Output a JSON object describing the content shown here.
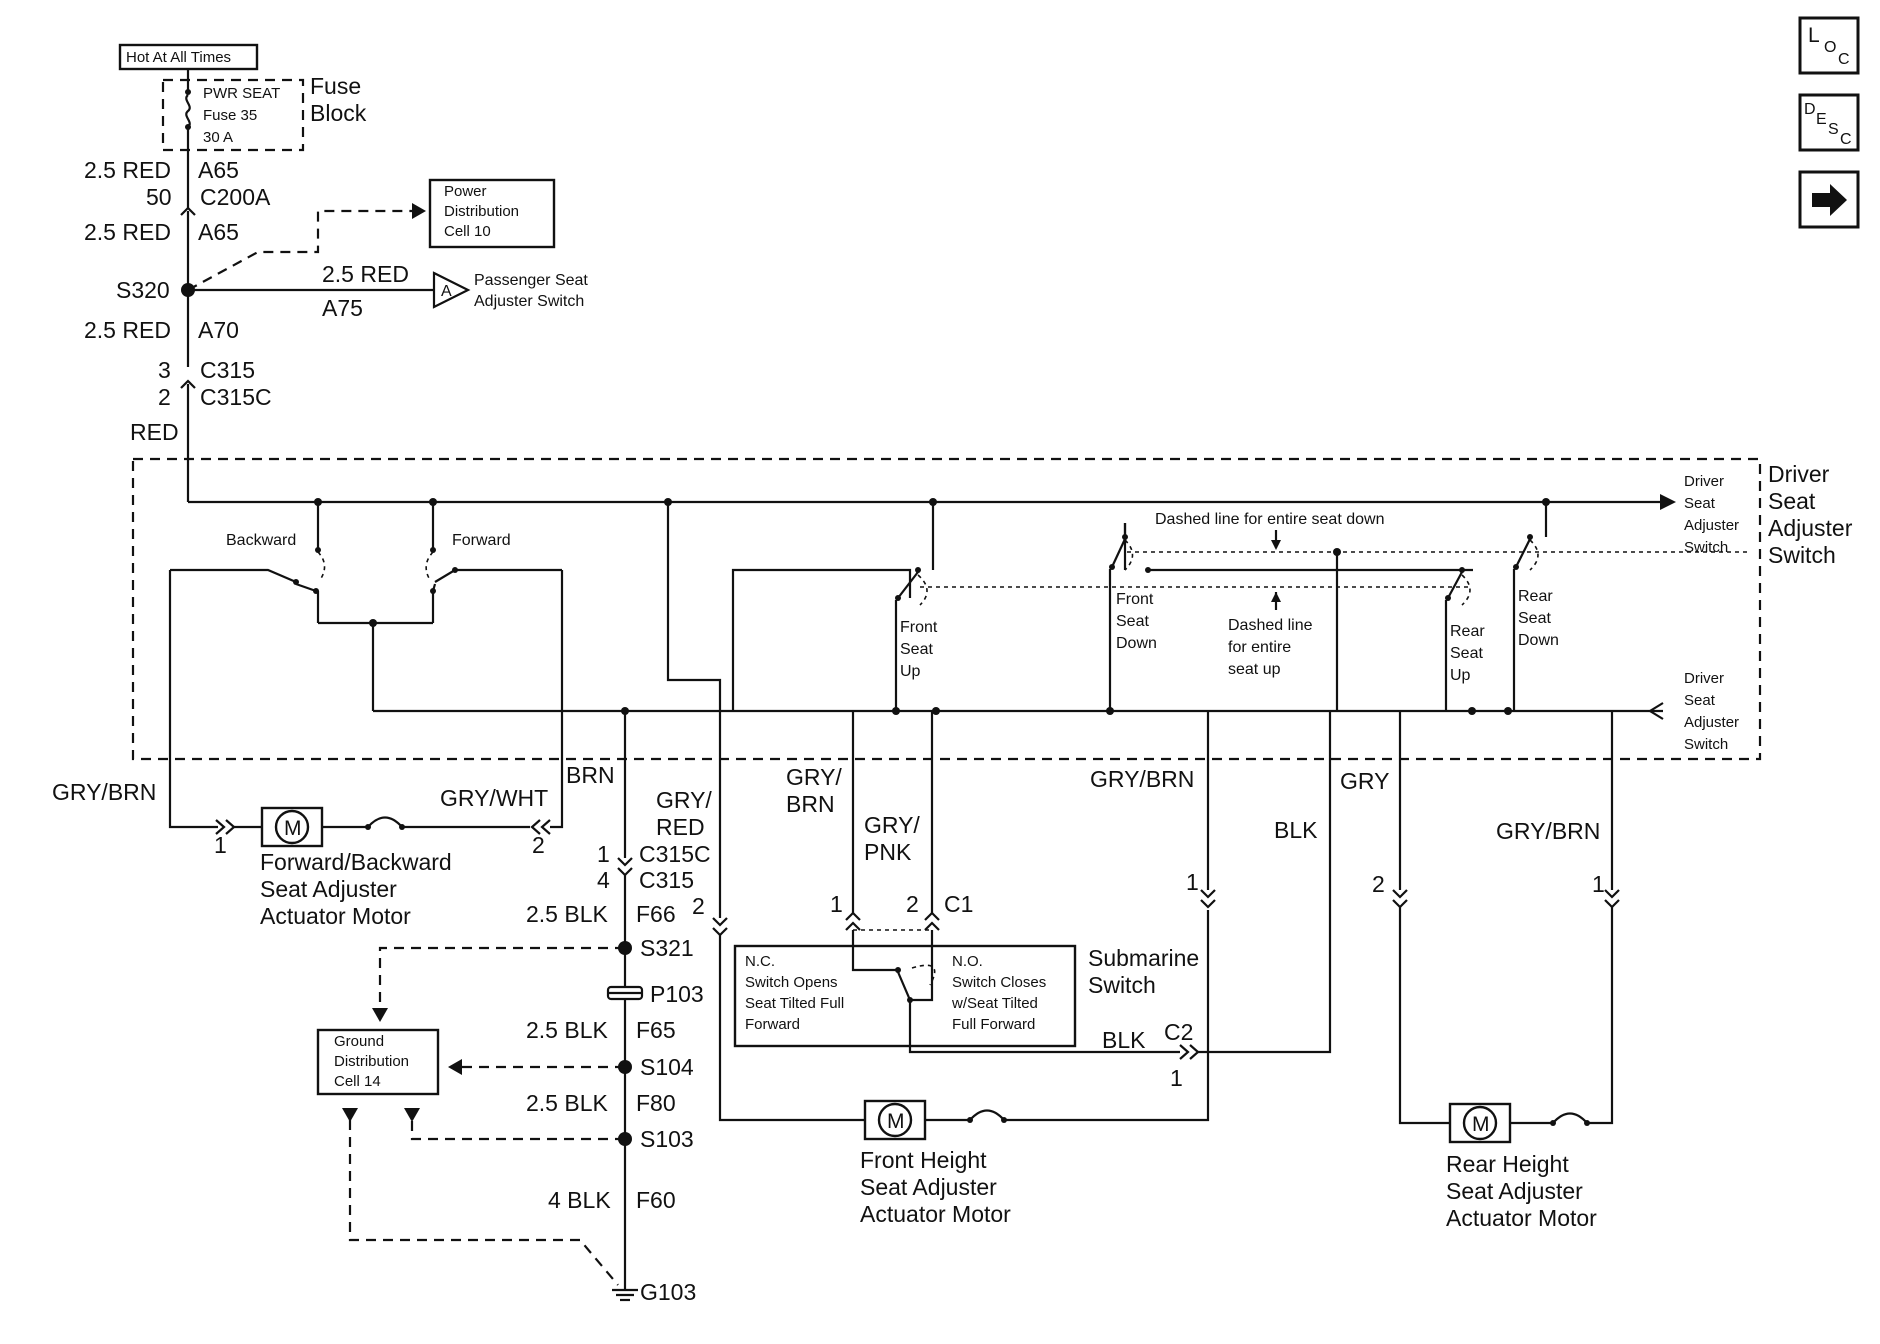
{
  "source_label": "Hot At All Times",
  "fuse": {
    "name": "PWR SEAT",
    "number": "Fuse 35",
    "rating": "30 A",
    "block_label_1": "Fuse",
    "block_label_2": "Block"
  },
  "circuits": {
    "wire_a65_top": "2.5 RED",
    "a65_top": "A65",
    "pin_50": "50",
    "c200a": "C200A",
    "wire_a65_bottom": "2.5 RED",
    "a65_bottom": "A65",
    "s320": "S320",
    "wire_a75": "2.5 RED",
    "a75": "A75",
    "wire_a70": "2.5 RED",
    "a70": "A70",
    "pin_3": "3",
    "c315_top": "C315",
    "pin_2": "2",
    "c315c_top": "C315C",
    "wire_red": "RED"
  },
  "power_distribution": {
    "line1": "Power",
    "line2": "Distribution",
    "line3": "Cell 10"
  },
  "passenger_switch": {
    "marker": "A",
    "line1": "Passenger Seat",
    "line2": "Adjuster Switch"
  },
  "driver_switch": {
    "title_1": "Driver",
    "title_2": "Seat",
    "title_3": "Adjuster",
    "title_4": "Switch",
    "arrow_top": [
      "Driver",
      "Seat",
      "Adjuster",
      "Switch"
    ],
    "arrow_bottom": [
      "Driver",
      "Seat",
      "Adjuster",
      "Switch"
    ],
    "backward": "Backward",
    "forward": "Forward",
    "front_seat_up": [
      "Front",
      "Seat",
      "Up"
    ],
    "front_seat_down": [
      "Front",
      "Seat",
      "Down"
    ],
    "rear_seat_up": [
      "Rear",
      "Seat",
      "Up"
    ],
    "rear_seat_down": [
      "Rear",
      "Seat",
      "Down"
    ],
    "dashed_down": "Dashed line for entire seat down",
    "dashed_up": [
      "Dashed line",
      "for entire",
      "seat up"
    ]
  },
  "wires": {
    "gry_brn_1": "GRY/BRN",
    "gry_wht": "GRY/WHT",
    "brn": "BRN",
    "gry_red": [
      "GRY/",
      "RED"
    ],
    "gry_brn_2": [
      "GRY/",
      "BRN"
    ],
    "gry_pnk": [
      "GRY/",
      "PNK"
    ],
    "gry_brn_3": "GRY/BRN",
    "gry": "GRY",
    "blk": "BLK",
    "gry_brn_4": "GRY/BRN",
    "blk_c2": "BLK"
  },
  "pins": {
    "fb_1": "1",
    "fb_2": "2",
    "c315c_1": "1",
    "c315c_4": "4",
    "front_2": "2",
    "sub_1": "1",
    "sub_2": "2",
    "c1": "C1",
    "c2": "C2",
    "c2_1": "1",
    "front_1": "1",
    "rear_2": "2",
    "rear_1": "1"
  },
  "connectors": {
    "c315c": "C315C",
    "c315": "C315"
  },
  "fb_motor": {
    "symbol": "M",
    "line1": "Forward/Backward",
    "line2": "Seat Adjuster",
    "line3": "Actuator Motor"
  },
  "front_motor": {
    "symbol": "M",
    "line1": "Front Height",
    "line2": "Seat Adjuster",
    "line3": "Actuator Motor"
  },
  "rear_motor": {
    "symbol": "M",
    "line1": "Rear Height",
    "line2": "Seat Adjuster",
    "line3": "Actuator Motor"
  },
  "submarine": {
    "nc": "N.C.",
    "nc_line1": "Switch Opens",
    "nc_line2": "Seat Tilted Full",
    "nc_line3": "Forward",
    "no": "N.O.",
    "no_line1": "Switch Closes",
    "no_line2": "w/Seat Tilted",
    "no_line3": "Full Forward",
    "label_1": "Submarine",
    "label_2": "Switch"
  },
  "ground": {
    "f66_wire": "2.5 BLK",
    "f66": "F66",
    "s321": "S321",
    "p103": "P103",
    "f65_wire": "2.5 BLK",
    "f65": "F65",
    "s104": "S104",
    "f80_wire": "2.5 BLK",
    "f80": "F80",
    "s103": "S103",
    "f60_wire": "4 BLK",
    "f60": "F60",
    "g103": "G103"
  },
  "ground_distribution": {
    "line1": "Ground",
    "line2": "Distribution",
    "line3": "Cell 14"
  },
  "nav": {
    "loc_1": "L",
    "loc_2": "O",
    "loc_3": "C",
    "desc_1": "D",
    "desc_2": "E",
    "desc_3": "S",
    "desc_4": "C"
  }
}
